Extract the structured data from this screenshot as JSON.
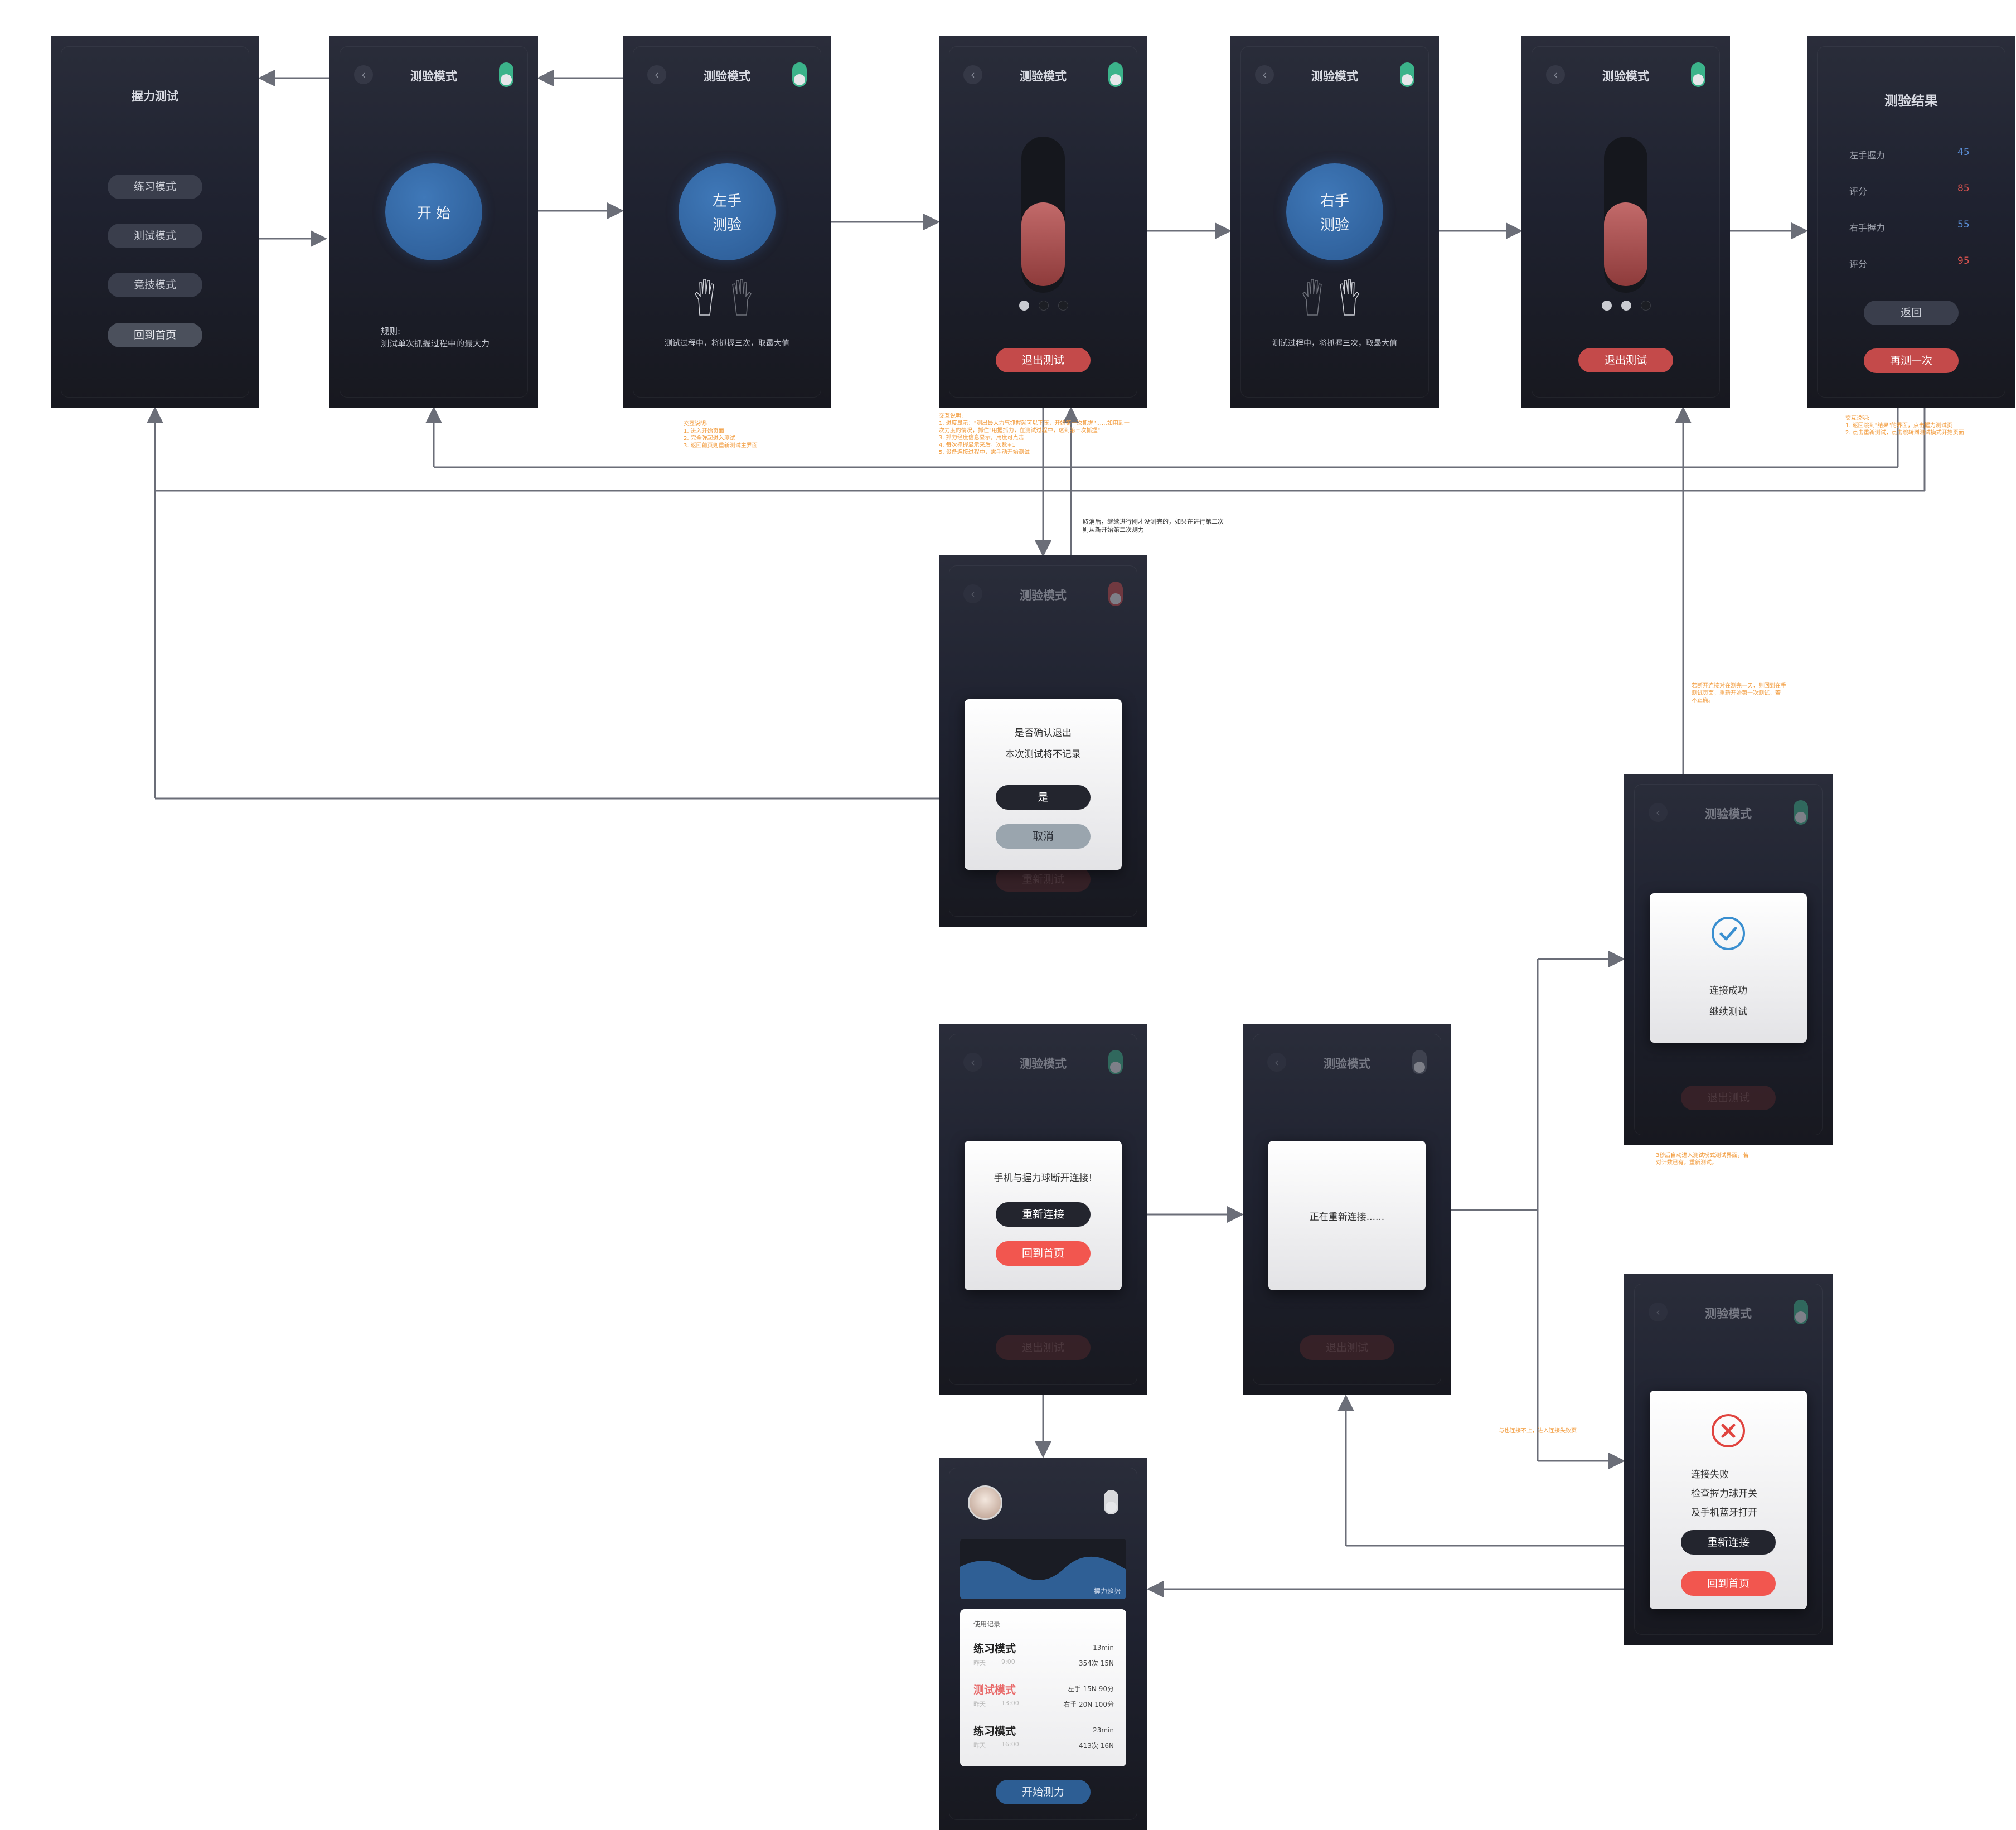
{
  "screen_main": {
    "title": "握力测试",
    "buttons": [
      "练习模式",
      "测试模式",
      "竞技模式",
      "回到首页"
    ]
  },
  "screen_start": {
    "title": "测验模式",
    "circle": "开 始",
    "rule_title": "规则:",
    "rule_text": "测试单次抓握过程中的最大力"
  },
  "screen_left": {
    "title": "测验模式",
    "circle_line1": "左手",
    "circle_line2": "测验",
    "hint": "测试过程中，将抓握三次，取最大值"
  },
  "screen_grip1": {
    "title": "测验模式",
    "exit": "退出测试"
  },
  "screen_right": {
    "title": "测验模式",
    "circle_line1": "右手",
    "circle_line2": "测验",
    "hint": "测试过程中，将抓握三次，取最大值"
  },
  "screen_grip2": {
    "title": "测验模式",
    "exit": "退出测试"
  },
  "screen_result": {
    "title": "测验结果",
    "rows": [
      {
        "label": "左手握力",
        "value": "45",
        "color": "#5b8fd8"
      },
      {
        "label": "评分",
        "value": "85",
        "color": "#d9534f"
      },
      {
        "label": "右手握力",
        "value": "55",
        "color": "#5b8fd8"
      },
      {
        "label": "评分",
        "value": "95",
        "color": "#d9534f"
      }
    ],
    "back": "返回",
    "again": "再测一次"
  },
  "notes": {
    "n1": [
      "交互说明:",
      "1. 进入开始页面",
      "2. 完全弹起进入测试",
      "3. 返回前页则重新测试主界面"
    ],
    "n2": [
      "交互说明:",
      "1. 进度显示：\"测出最大力气抓握就可以下压，开始第一次抓握\"……如用到一",
      "次力度的情况，抓住\"用握抓力，在测试过程中，这到第三次抓握\"",
      "3. 抓力经度信息显示，用度可点击",
      "4. 每次抓握显示来后，次数+1",
      "5. 设备连接过程中，需手动开始测试"
    ],
    "n3": [
      "交互说明:",
      "1. 返回跳到\"结果\"的界面，点击握力测试页",
      "2. 点击重新测试，点击跳转到测试模式开始页面"
    ],
    "n4": [
      "取消后，继续进行刚才没测完的，如果在进行第二次",
      "则从新开始第二次测力"
    ],
    "n5": [
      "若断开连接对在测完一天，则回到在手",
      "测试页面，重新开始第一次测试，若",
      "不正确。"
    ],
    "n6": [
      "3秒后自动进入测试模式测试界面，若",
      "对计数已有，重新测试。"
    ],
    "n7": [
      "与也连接不上，进入连接失败页"
    ]
  },
  "screen_exit_confirm": {
    "title": "测验模式",
    "line1": "是否确认退出",
    "line2": "本次测试将不记录",
    "yes": "是",
    "cancel": "取消",
    "behind_btn": "重新测试"
  },
  "screen_connect_ok": {
    "title": "测验模式",
    "line1": "连接成功",
    "line2": "继续测试",
    "behind_btn": "退出测试"
  },
  "screen_disconnect": {
    "title": "测验模式",
    "msg": "手机与握力球断开连接!",
    "reconnect": "重新连接",
    "home": "回到首页",
    "behind_btn": "退出测试"
  },
  "screen_reconnecting": {
    "title": "测验模式",
    "msg": "正在重新连接......",
    "behind_btn": "退出测试"
  },
  "screen_connect_fail": {
    "title": "测验模式",
    "line1": "连接失败",
    "line2": "检查握力球开关",
    "line3": "及手机蓝牙打开",
    "reconnect": "重新连接",
    "home": "回到首页"
  },
  "screen_home": {
    "chart_label": "握力趋势",
    "records_title": "使用记录",
    "records": [
      {
        "mode": "练习模式",
        "day": "昨天",
        "time": "9:00",
        "r1": "13min",
        "r2": "354次  15N",
        "color": "#222"
      },
      {
        "mode": "测试模式",
        "day": "昨天",
        "time": "13:00",
        "r1": "左手   15N   90分",
        "r2": "右手   20N  100分",
        "color": "#e86a6a"
      },
      {
        "mode": "练习模式",
        "day": "昨天",
        "time": "16:00",
        "r1": "23min",
        "r2": "413次  16N",
        "color": "#222"
      }
    ],
    "start": "开始测力"
  }
}
